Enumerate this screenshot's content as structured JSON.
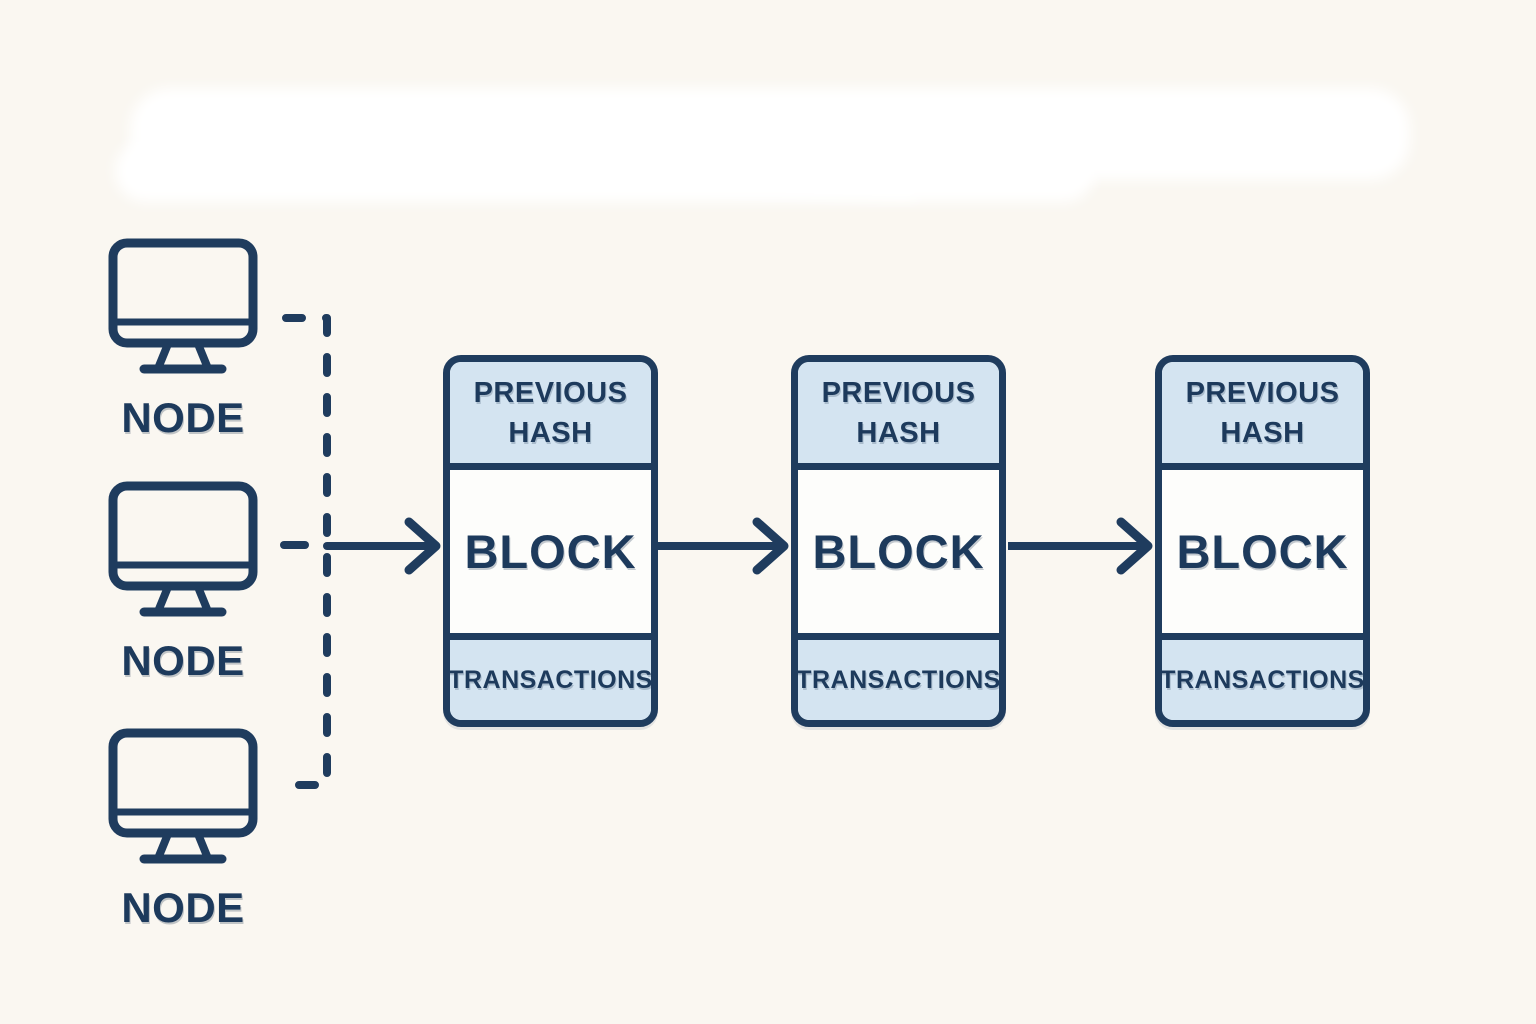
{
  "diagram": {
    "type": "blockchain-network-diagram",
    "colors": {
      "background": "#faf7f1",
      "top_highlight": "#ffffff",
      "line_navy": "#1f3c5e",
      "text_navy": "#1d3a5c",
      "section_fill_blue": "#d4e4f1",
      "block_fill_white": "#fdfdfb"
    },
    "nodes": [
      {
        "label": "NODE",
        "icon": "desktop-computer-icon"
      },
      {
        "label": "NODE",
        "icon": "desktop-computer-icon"
      },
      {
        "label": "NODE",
        "icon": "desktop-computer-icon"
      }
    ],
    "blocks": [
      {
        "header": "PREVIOUS HASH",
        "title": "BLOCK",
        "footer": "TRANSACTIONS"
      },
      {
        "header": "PREVIOUS HASH",
        "title": "BLOCK",
        "footer": "TRANSACTIONS"
      },
      {
        "header": "PREVIOUS HASH",
        "title": "BLOCK",
        "footer": "TRANSACTIONS"
      }
    ],
    "connectors": {
      "node_to_chain_style": "dashed-line",
      "block_to_block_style": "solid-right-arrow",
      "arrow_count": 3
    }
  }
}
